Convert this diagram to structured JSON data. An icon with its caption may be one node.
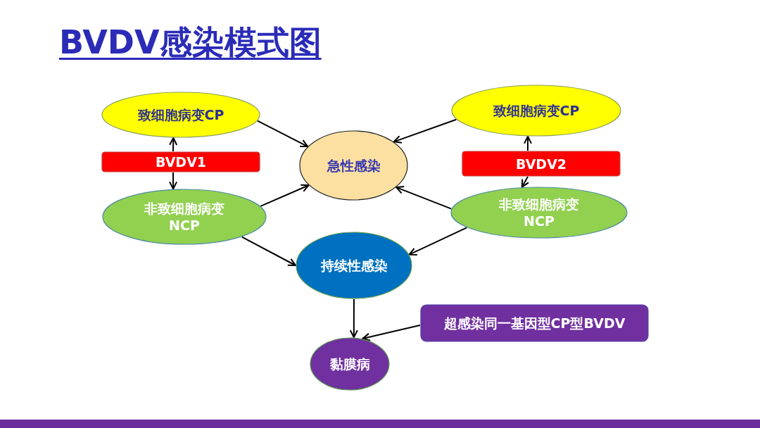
{
  "diagram": {
    "title": "BVDV感染模式图",
    "nodes": [
      {
        "text": [
          "致细胞病变CP"
        ]
      },
      {
        "text": [
          "致细胞病变CP"
        ]
      },
      {
        "text": [
          "BVDV1"
        ]
      },
      {
        "text": [
          "急性感染"
        ]
      },
      {
        "text": [
          "BVDV2"
        ]
      },
      {
        "text": [
          "非致细胞病变 NCP"
        ]
      },
      {
        "text": [
          "非致细胞病变 NCP"
        ]
      },
      {
        "text": [
          "持续性感染"
        ]
      },
      {
        "text": [
          "超感染同一基因型CP型BVDV"
        ]
      },
      {
        "text": [
          "黏膜病"
        ]
      }
    ],
    "edges": [
      {
        "from": 0,
        "to": 3,
        "arrow": "to"
      },
      {
        "from": 1,
        "to": 3,
        "arrow": "to"
      },
      {
        "from": 5,
        "to": 3,
        "arrow": "to"
      },
      {
        "from": 6,
        "to": 3,
        "arrow": "to"
      },
      {
        "from": 5,
        "to": 7,
        "arrow": "to"
      },
      {
        "from": 6,
        "to": 7,
        "arrow": "to"
      },
      {
        "from": 7,
        "to": 9,
        "arrow": "to"
      },
      {
        "from": 2,
        "to": 0,
        "arrow": "to"
      },
      {
        "from": 2,
        "to": 5,
        "arrow": "to"
      },
      {
        "from": 4,
        "to": 1,
        "arrow": "to"
      },
      {
        "from": 4,
        "to": 6,
        "arrow": "to"
      },
      {
        "from": 8,
        "to": 9,
        "arrow": "to"
      }
    ]
  }
}
